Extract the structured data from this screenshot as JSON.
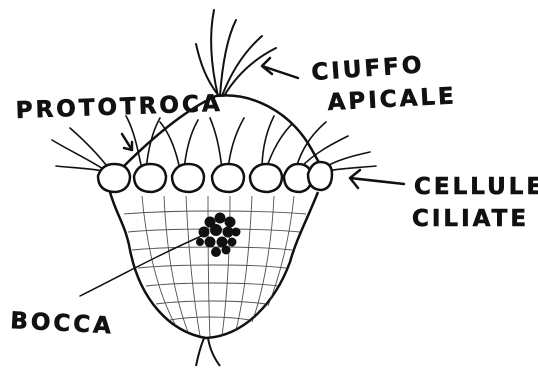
{
  "diagram": {
    "labels": {
      "apical_tuft": [
        "CIUFFO",
        "APICALE"
      ],
      "prototroch": "PROTOTROCA",
      "ciliated_cells": [
        "CELLULE",
        "CILIATE"
      ],
      "mouth": "BOCCA"
    },
    "colors": {
      "ink": "#111111",
      "paper": "#ffffff"
    }
  }
}
